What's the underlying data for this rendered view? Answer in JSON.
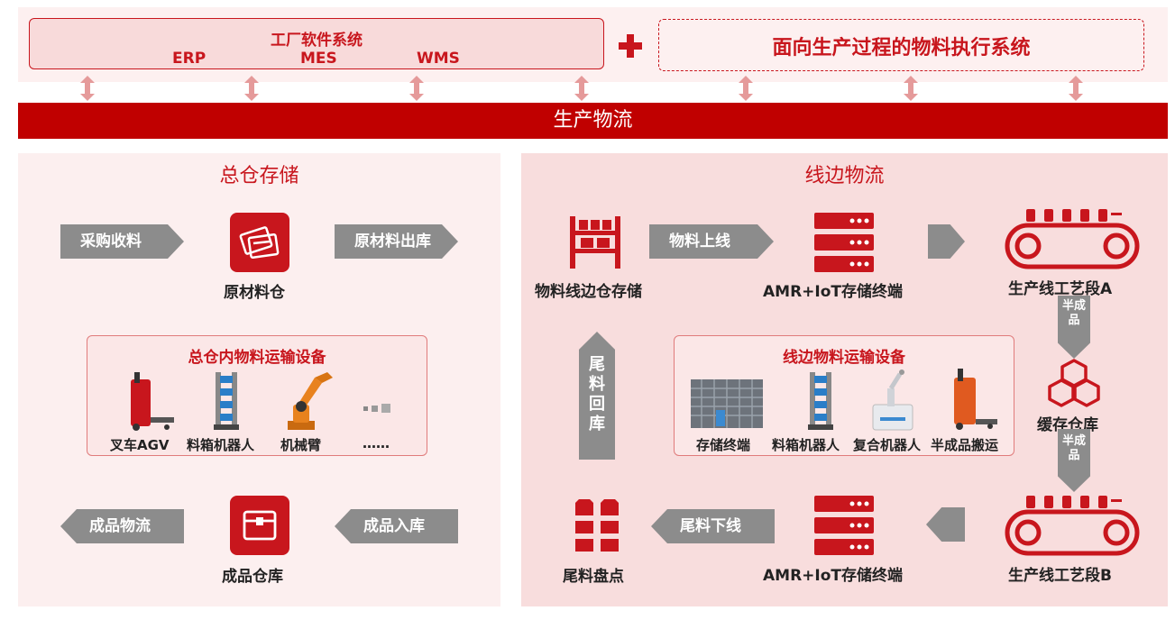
{
  "top": {
    "factory_title": "工厂软件系统",
    "systems": [
      "ERP",
      "MES",
      "WMS"
    ],
    "mes_title": "面向生产过程的物料执行系统"
  },
  "production_bar": "生产物流",
  "left_panel": {
    "title": "总仓存储",
    "arrow_purchase": "采购收料",
    "arrow_raw_out": "原材料出库",
    "raw_warehouse": "原材料仓",
    "equipment": {
      "title": "总仓内物料运输设备",
      "items": [
        "叉车AGV",
        "料箱机器人",
        "机械臂",
        "……"
      ]
    },
    "arrow_finished_logistics": "成品物流",
    "arrow_finished_in": "成品入库",
    "finished_warehouse": "成品仓库"
  },
  "right_panel": {
    "title": "线边物流",
    "line_side_storage": "物料线边仓存储",
    "arrow_material_online": "物料上线",
    "terminal_top": "AMR+IoT存储终端",
    "line_a": "生产线工艺段A",
    "semi_top": "半成品",
    "buffer": "缓存仓库",
    "semi_bottom": "半成品",
    "line_b": "生产线工艺段B",
    "terminal_bottom": "AMR+IoT存储终端",
    "arrow_tail_offline": "尾料下线",
    "tail_inventory": "尾料盘点",
    "tail_return": "尾料回库",
    "equipment": {
      "title": "线边物料运输设备",
      "items": [
        "存储终端",
        "料箱机器人",
        "复合机器人",
        "半成品搬运"
      ]
    }
  },
  "colors": {
    "brand_red": "#c8161d",
    "bar_red": "#c00000",
    "arrow_grey": "#8c8c8c"
  }
}
